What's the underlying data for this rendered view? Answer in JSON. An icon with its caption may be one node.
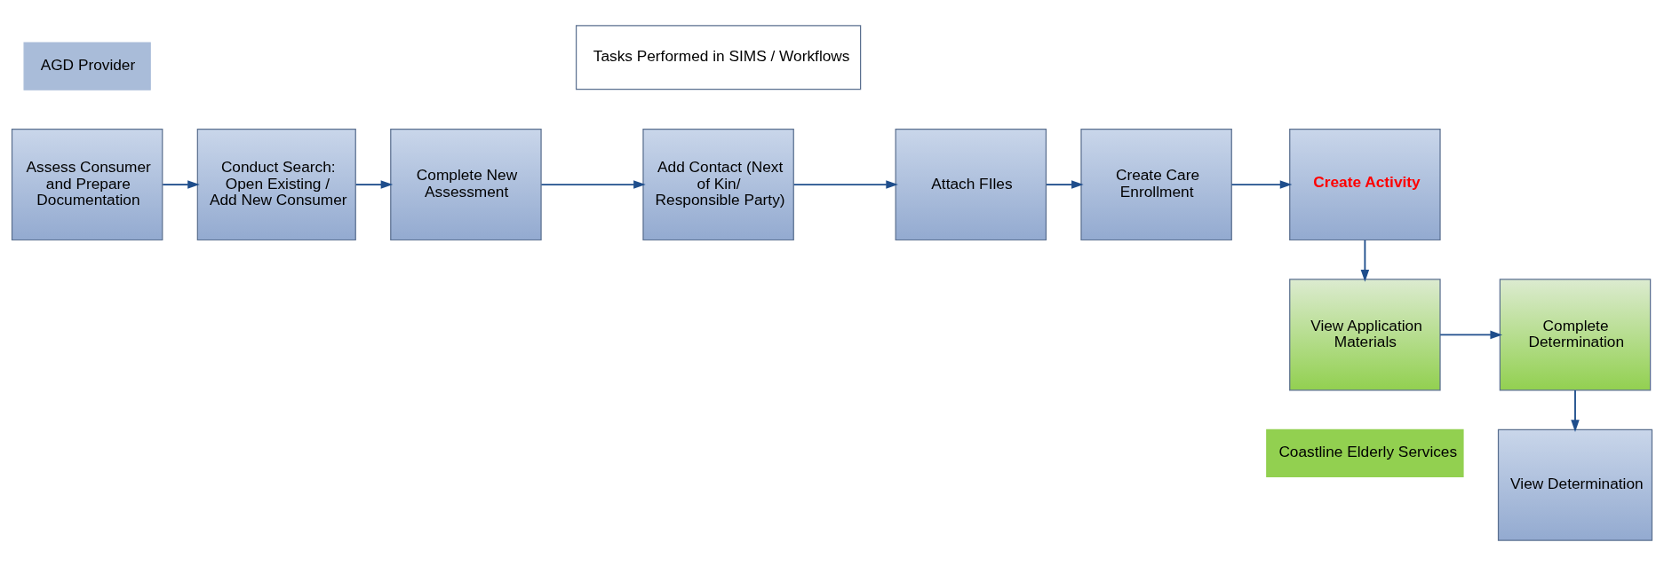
{
  "diagram": {
    "nodes": [
      {
        "text": [
          "Tasks Performed in SIMS / Workflows"
        ]
      },
      {
        "text": [
          "Assess Consumer and Prepare Documentation"
        ]
      },
      {
        "text": [
          "Conduct Search: Open Existing / Add New Consumer"
        ]
      },
      {
        "text": [
          "Complete New Assessment"
        ]
      },
      {
        "text": [
          "Add Contact (Next of Kin/ Responsible Party)"
        ]
      },
      {
        "text": [
          "Attach FIles"
        ]
      },
      {
        "text": [
          "Create Care Enrollment"
        ]
      },
      {
        "text": [
          "Create Activity"
        ]
      },
      {
        "text": [
          "View Application Materials"
        ]
      },
      {
        "text": [
          "Complete Determination"
        ]
      },
      {
        "text": [
          "View Determination"
        ]
      }
    ],
    "edges": [
      {
        "from": 1,
        "to": 2,
        "arrow": "to"
      },
      {
        "from": 2,
        "to": 3,
        "arrow": "to"
      },
      {
        "from": 3,
        "to": 4,
        "arrow": "to"
      },
      {
        "from": 4,
        "to": 5,
        "arrow": "to"
      },
      {
        "from": 5,
        "to": 6,
        "arrow": "to"
      },
      {
        "from": 6,
        "to": 7,
        "arrow": "to"
      },
      {
        "from": 7,
        "to": 8,
        "arrow": "to"
      },
      {
        "from": 8,
        "to": 9,
        "arrow": "to"
      },
      {
        "from": 9,
        "to": 10,
        "arrow": "to"
      }
    ],
    "legend": [
      {
        "text": "AGD Provider",
        "color": "#a9bcd9"
      },
      {
        "text": "Coastline Elderly Services",
        "color": "#92d050"
      }
    ]
  }
}
